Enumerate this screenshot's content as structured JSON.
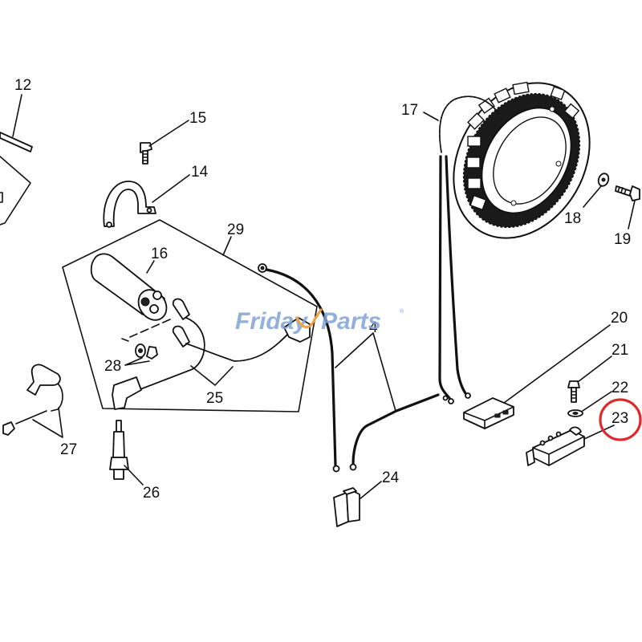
{
  "watermark": {
    "text_left": "Friday",
    "text_right": "Parts",
    "registered": "®",
    "color": "#7fa3d4",
    "accent_color": "#f0a040"
  },
  "highlight": {
    "callout": "23",
    "ring_color": "#e0282d"
  },
  "callouts": [
    {
      "id": "c12",
      "label": "12",
      "part": "rod"
    },
    {
      "id": "c15",
      "label": "15",
      "part": "bolt"
    },
    {
      "id": "c14",
      "label": "14",
      "part": "clamp"
    },
    {
      "id": "c29",
      "label": "29",
      "part": "ignition-coil-kit"
    },
    {
      "id": "c16",
      "label": "16",
      "part": "ignition-coil"
    },
    {
      "id": "c28",
      "label": "28",
      "part": "washer-and-nut"
    },
    {
      "id": "c25",
      "label": "25",
      "part": "spark-plug-wires"
    },
    {
      "id": "c27",
      "label": "27",
      "part": "condenser-lead"
    },
    {
      "id": "c26",
      "label": "26",
      "part": "spark-plug"
    },
    {
      "id": "c17",
      "label": "17",
      "part": "stator"
    },
    {
      "id": "c18",
      "label": "18",
      "part": "washer"
    },
    {
      "id": "c19",
      "label": "19",
      "part": "bolt"
    },
    {
      "id": "c4",
      "label": "4",
      "part": "wire-harness"
    },
    {
      "id": "c20",
      "label": "20",
      "part": "connector-block"
    },
    {
      "id": "c21",
      "label": "21",
      "part": "screw"
    },
    {
      "id": "c22",
      "label": "22",
      "part": "washer"
    },
    {
      "id": "c23",
      "label": "23",
      "part": "voltage-regulator"
    },
    {
      "id": "c24",
      "label": "24",
      "part": "connector-cap"
    }
  ]
}
